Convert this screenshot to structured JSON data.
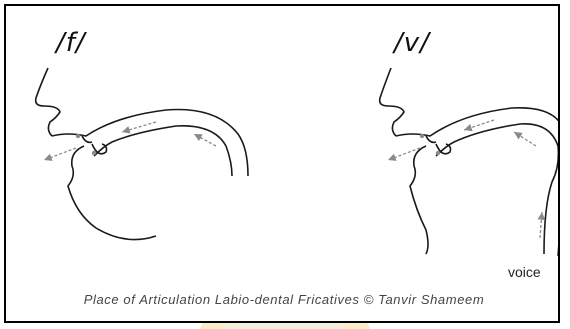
{
  "diagram": {
    "left_label": "/f/",
    "right_label": "/v/",
    "voice_label": "voice",
    "caption": "Place of Articulation  Labio-dental Fricatives © Tanvir Shameem"
  },
  "colors": {
    "outline": "#1a1a1a",
    "arrow": "#8a8a8a",
    "watermark_gold": "#e8b640",
    "watermark_grey": "#d9d9d9"
  }
}
